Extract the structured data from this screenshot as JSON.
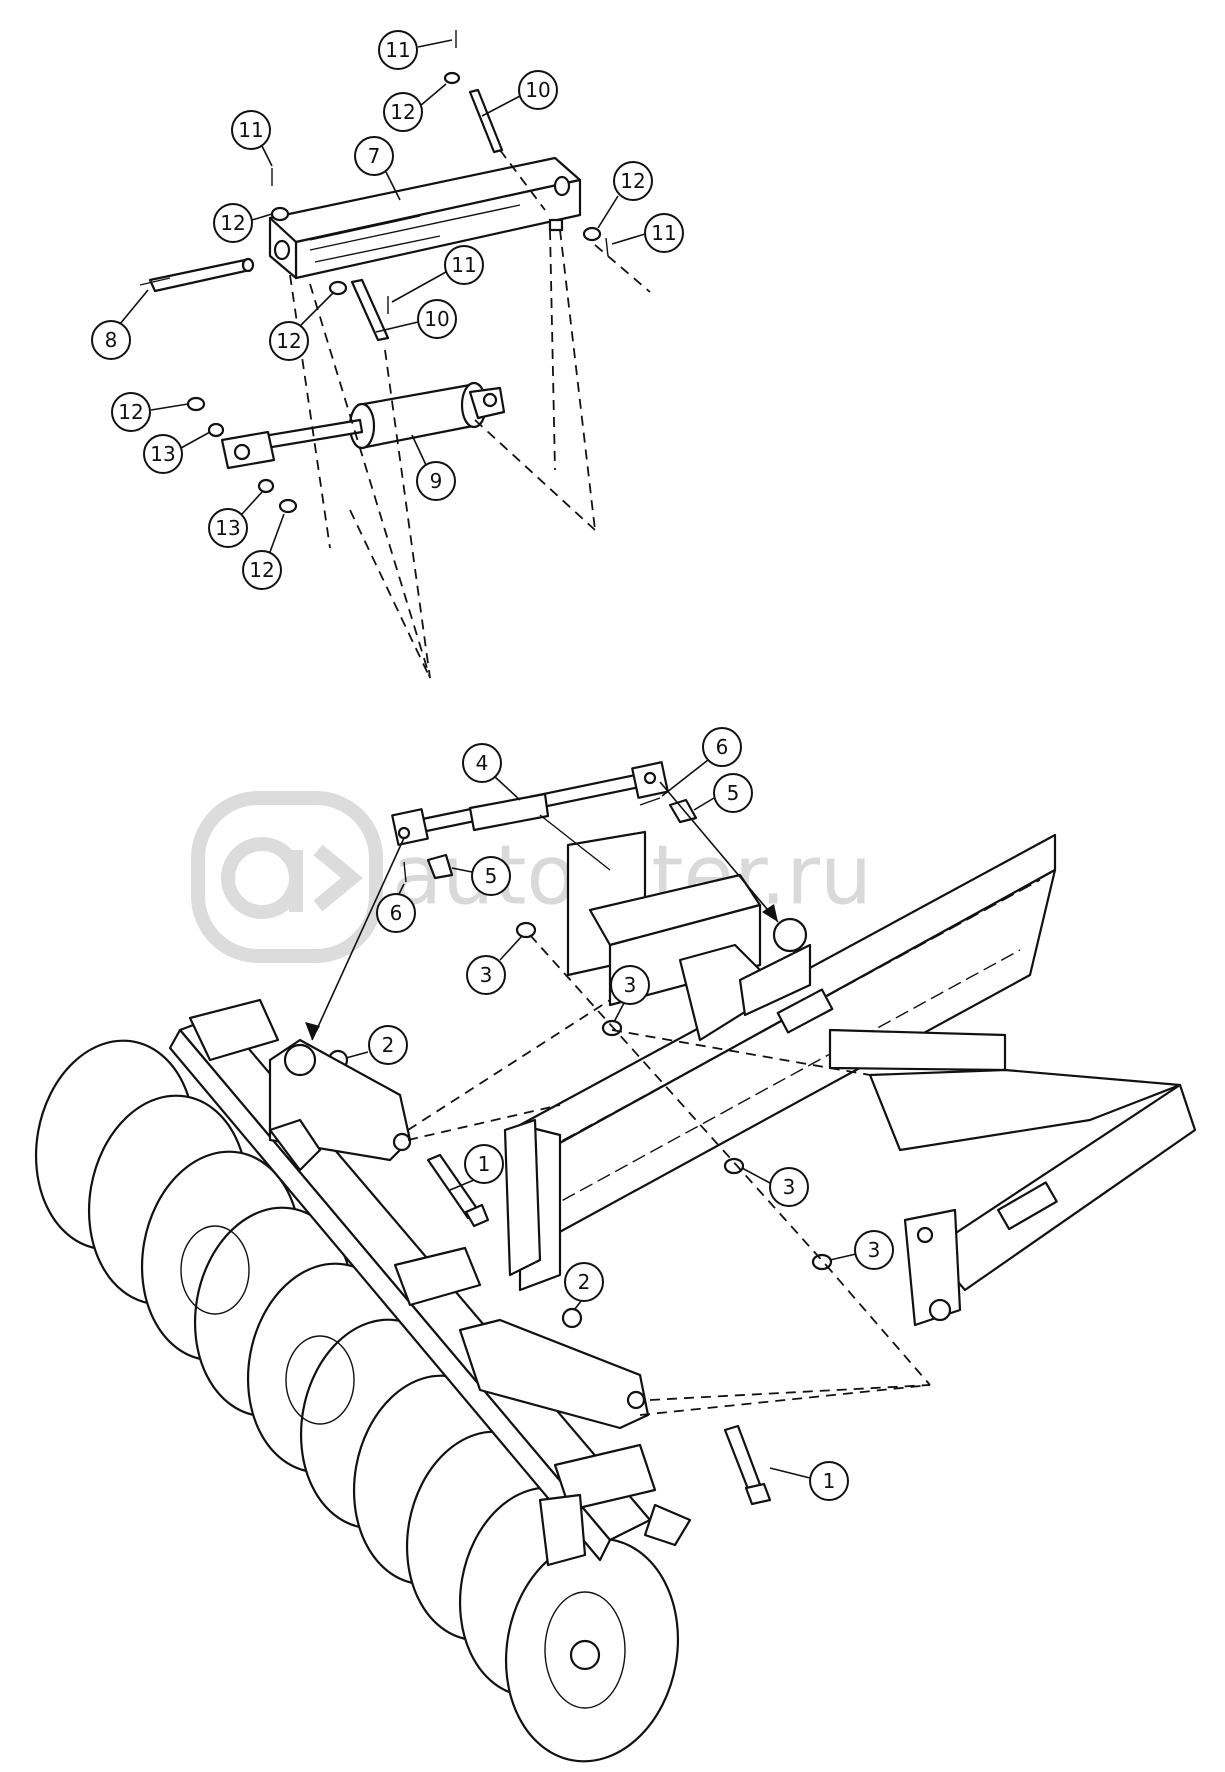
{
  "watermark": {
    "text": "autopiter.ru",
    "color": "#d4d4d4"
  },
  "callouts": [
    {
      "label": "11"
    },
    {
      "label": "12"
    },
    {
      "label": "10"
    },
    {
      "label": "11"
    },
    {
      "label": "7"
    },
    {
      "label": "12"
    },
    {
      "label": "12"
    },
    {
      "label": "11"
    },
    {
      "label": "11"
    },
    {
      "label": "10"
    },
    {
      "label": "8"
    },
    {
      "label": "12"
    },
    {
      "label": "12"
    },
    {
      "label": "13"
    },
    {
      "label": "9"
    },
    {
      "label": "13"
    },
    {
      "label": "12"
    },
    {
      "label": "4"
    },
    {
      "label": "6"
    },
    {
      "label": "5"
    },
    {
      "label": "5"
    },
    {
      "label": "6"
    },
    {
      "label": "3"
    },
    {
      "label": "3"
    },
    {
      "label": "2"
    },
    {
      "label": "1"
    },
    {
      "label": "3"
    },
    {
      "label": "3"
    },
    {
      "label": "2"
    },
    {
      "label": "1"
    }
  ],
  "colors": {
    "line": "#111111",
    "paper": "#ffffff"
  }
}
